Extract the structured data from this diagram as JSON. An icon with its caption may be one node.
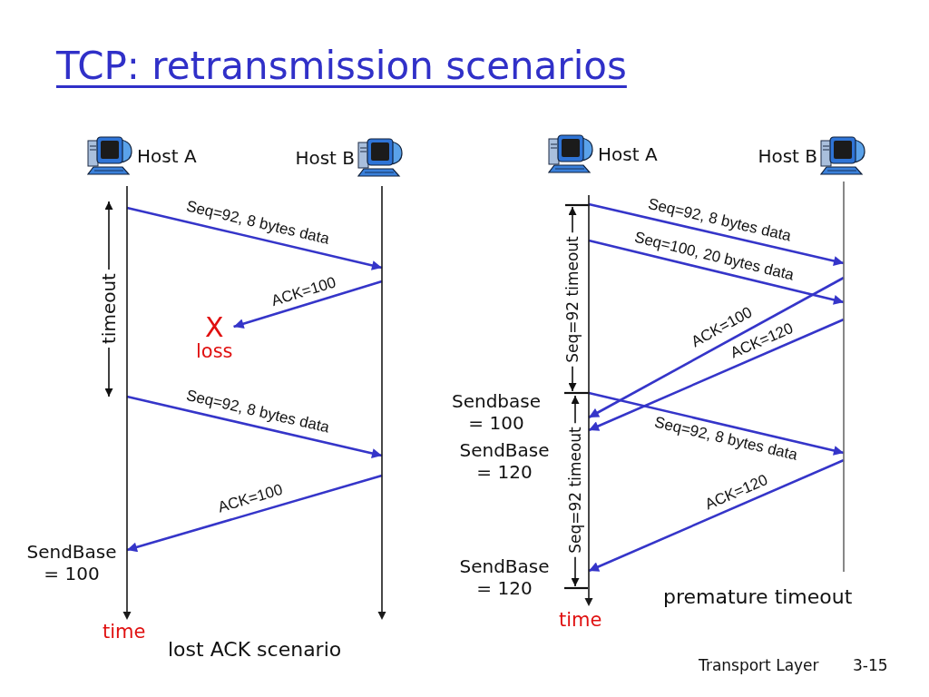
{
  "diagram": {
    "title": "TCP: retransmission scenarios",
    "nodes": [
      {
        "text": [
          "Host A"
        ]
      },
      {
        "text": [
          "Host B"
        ]
      },
      {
        "text": [
          "X",
          "loss"
        ]
      },
      {
        "text": [
          "Host A"
        ]
      },
      {
        "text": [
          "Host B"
        ]
      }
    ],
    "edges": [
      {
        "from": 0,
        "to": 1,
        "arrow": "to",
        "label": "Seq=92, 8 bytes data"
      },
      {
        "from": 1,
        "to": 2,
        "arrow": "to",
        "label": "ACK=100"
      },
      {
        "from": 0,
        "to": 1,
        "arrow": "to",
        "label": "Seq=92, 8 bytes data"
      },
      {
        "from": 1,
        "to": 0,
        "arrow": "to",
        "label": "ACK=100"
      },
      {
        "from": 3,
        "to": 4,
        "arrow": "to",
        "label": "Seq=92, 8 bytes data"
      },
      {
        "from": 3,
        "to": 4,
        "arrow": "to",
        "label": "Seq=100, 20 bytes data"
      },
      {
        "from": 4,
        "to": 3,
        "arrow": "to",
        "label": "ACK=100"
      },
      {
        "from": 4,
        "to": 3,
        "arrow": "to",
        "label": "ACK=120"
      },
      {
        "from": 3,
        "to": 4,
        "arrow": "to",
        "label": "Seq=92, 8 bytes data"
      },
      {
        "from": 4,
        "to": 3,
        "arrow": "to",
        "label": "ACK=120"
      }
    ],
    "labels": [
      "timeout",
      "SendBase = 100",
      "time",
      "lost ACK scenario",
      "Seq=92 timeout",
      "Sendbase = 100",
      "SendBase = 120",
      "Seq=92 timeout",
      "SendBase = 120",
      "time",
      "premature timeout",
      "Transport Layer",
      "3-15"
    ]
  }
}
